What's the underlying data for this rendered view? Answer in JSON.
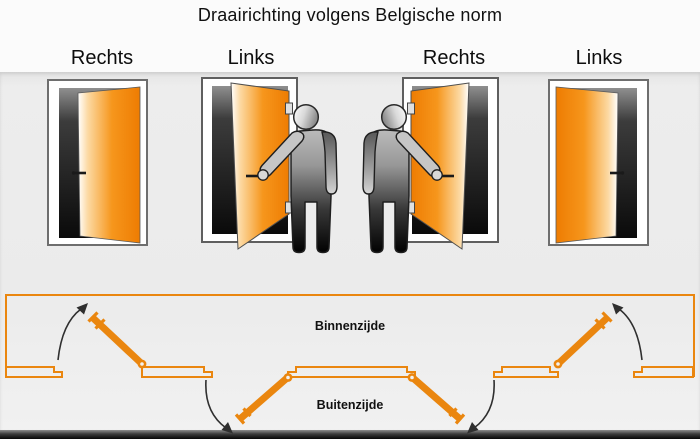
{
  "title": "Draairichting volgens Belgische norm",
  "door_labels": [
    "Rechts",
    "Links",
    "Rechts",
    "Links"
  ],
  "plan": {
    "inside_label": "Binnenzijde",
    "outside_label": "Buitenzijde"
  },
  "colors": {
    "door_orange": "#EE7C02",
    "plan_orange": "#EA860F",
    "text": "#101010",
    "band_gray": "#EBEBEB",
    "bottom_bar": "#060606"
  }
}
